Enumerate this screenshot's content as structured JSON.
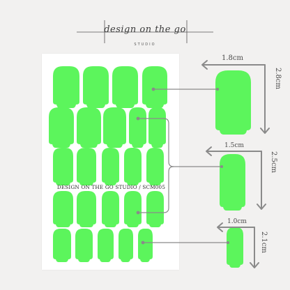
{
  "logo": {
    "script_text": "design on the go",
    "studio_text": "STUDIO"
  },
  "sheet": {
    "label": "DESIGN ON THE GO STUDIO / SCM005",
    "nail_color": "#5cf55c"
  },
  "sizes": [
    {
      "width": "1.8cm",
      "height": "2.8cm"
    },
    {
      "width": "1.5cm",
      "height": "2.5cm"
    },
    {
      "width": "1.0cm",
      "height": "2.1cm"
    }
  ],
  "colors": {
    "background": "#f2f1f0",
    "sheet": "#ffffff",
    "nail": "#5cf55c",
    "line": "#8a8a8a",
    "text": "#3a3a3a"
  }
}
